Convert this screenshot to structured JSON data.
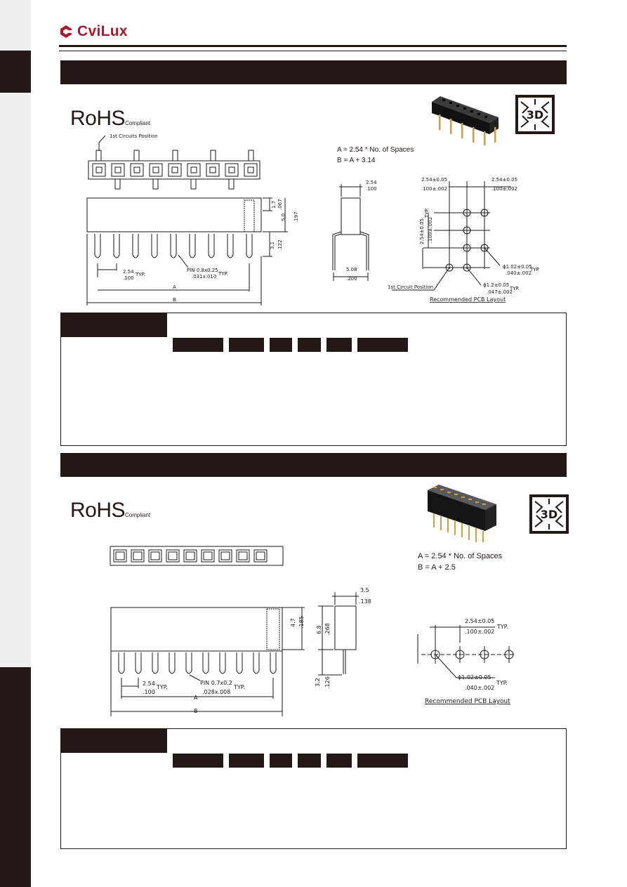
{
  "brand": {
    "name": "CviLux",
    "color": "#a6192e"
  },
  "sections": [
    {
      "rohs": {
        "main": "RoHS",
        "sub": "Compliant"
      },
      "spec_a": "A = 2.54 * No. of Spaces",
      "spec_b": "B = A + 3.14",
      "front": {
        "circuit_label": "1st Circuits Position",
        "pitch_mm": "2.54",
        "pitch_in": ".100",
        "pitch_typ": "TYP.",
        "pin_mm": "PIN 0.8x0.25",
        "pin_in": ".031x.010",
        "pin_typ": "TYP.",
        "dim_a": "A",
        "dim_b": "B",
        "h1_mm": "1.7",
        "h1_in": ".067",
        "h2_mm": "5.0",
        "h2_in": ".197",
        "h3_mm": "3.1",
        "h3_in": ".122"
      },
      "side": {
        "top_mm": "2.54",
        "top_in": ".100",
        "bot_mm": "5.08",
        "bot_in": ".200"
      },
      "pcb": {
        "pitch_mm": "2.54±0.05",
        "pitch_in": ".100±.002",
        "pitch2_mm": "2.54±0.05",
        "pitch2_in": ".100±.002",
        "row_typ": "TYP.",
        "row_mm": "2.54±0.05",
        "row_in": ".100±.002",
        "hole1_mm": "ϕ1.02±0.05",
        "hole1_in": ".040±.002",
        "hole1_typ": "TYP.",
        "hole2_mm": "ϕ1.2±0.05",
        "hole2_in": ".047±.002",
        "hole2_typ": "TYP.",
        "circuit_label": "1st Circuit Position",
        "layout_label": "Recommended PCB Layout"
      },
      "icon_3d": "3D"
    },
    {
      "rohs": {
        "main": "RoHS",
        "sub": "Compliant"
      },
      "spec_a": "A = 2.54 * No. of Spaces",
      "spec_b": "B = A + 2.5",
      "front": {
        "pitch_mm": "2.54",
        "pitch_in": ".100",
        "pitch_typ": "TYP.",
        "pin_mm": "PIN 0.7x0.2",
        "pin_in": ".028x.008",
        "pin_typ": "TYP.",
        "dim_a": "A",
        "dim_b": "B",
        "h1_mm": "4.7",
        "h1_in": ".185"
      },
      "side": {
        "top_mm": "3.5",
        "top_in": ".138",
        "h_mm": "6.8",
        "h_in": ".268",
        "pin_mm": "3.2",
        "pin_in": ".126"
      },
      "pcb": {
        "pitch_mm": "2.54±0.05",
        "pitch_in": ".100±.002",
        "pitch_typ": "TYP.",
        "hole_mm": "ϕ1.02±0.05",
        "hole_in": ".040±.002",
        "hole_typ": "TYP.",
        "layout_label": "Recommended PCB Layout"
      },
      "icon_3d": "3D"
    }
  ]
}
